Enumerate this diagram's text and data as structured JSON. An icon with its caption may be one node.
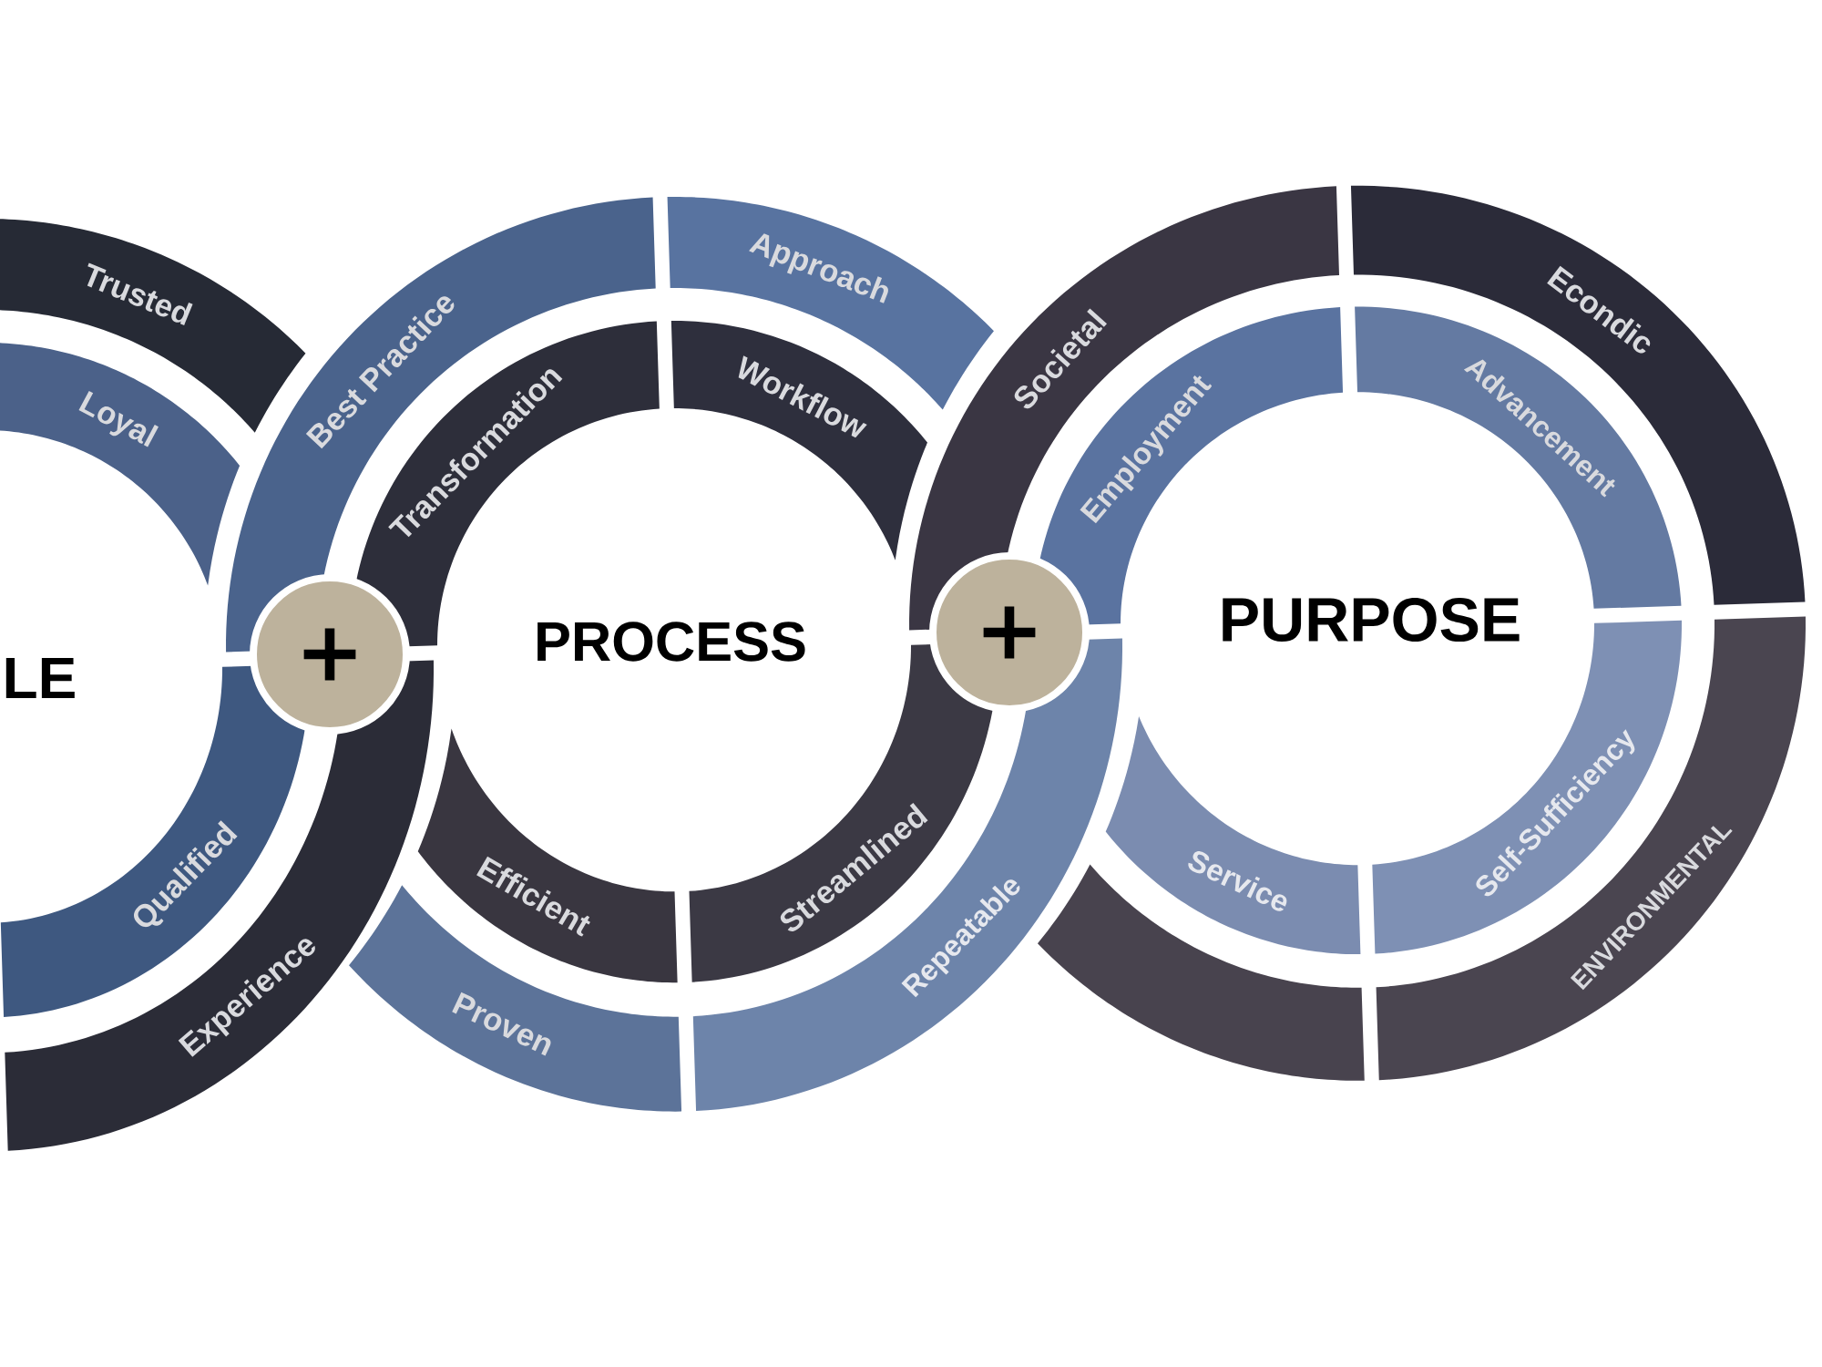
{
  "diagram": {
    "nodes": [
      {
        "text": [
          "Trusted"
        ]
      },
      {
        "text": [
          "Loyal"
        ]
      },
      {
        "text": [
          "Qualified"
        ]
      },
      {
        "text": [
          "Experience"
        ]
      },
      {
        "text": [
          "+"
        ]
      },
      {
        "text": [
          "Best Practice"
        ]
      },
      {
        "text": [
          "Transformation"
        ]
      },
      {
        "text": [
          "Approach"
        ]
      },
      {
        "text": [
          "Workflow"
        ]
      },
      {
        "text": [
          "Efficient"
        ]
      },
      {
        "text": [
          "Proven"
        ]
      },
      {
        "text": [
          "Streamlined"
        ]
      },
      {
        "text": [
          "Repeatable"
        ]
      },
      {
        "text": [
          "+"
        ]
      },
      {
        "text": [
          "Societal"
        ]
      },
      {
        "text": [
          "Employment"
        ]
      },
      {
        "text": [
          "Econdic"
        ]
      },
      {
        "text": [
          "Advancement"
        ]
      },
      {
        "text": [
          "Service"
        ]
      },
      {
        "text": [],
        "shape": "arc"
      },
      {
        "text": [
          "Self-Sufficiency"
        ]
      },
      {
        "text": [
          "ENVIRONMENTAL"
        ]
      }
    ],
    "labels": [
      "LE",
      "PROCESS",
      "PURPOSE"
    ]
  }
}
